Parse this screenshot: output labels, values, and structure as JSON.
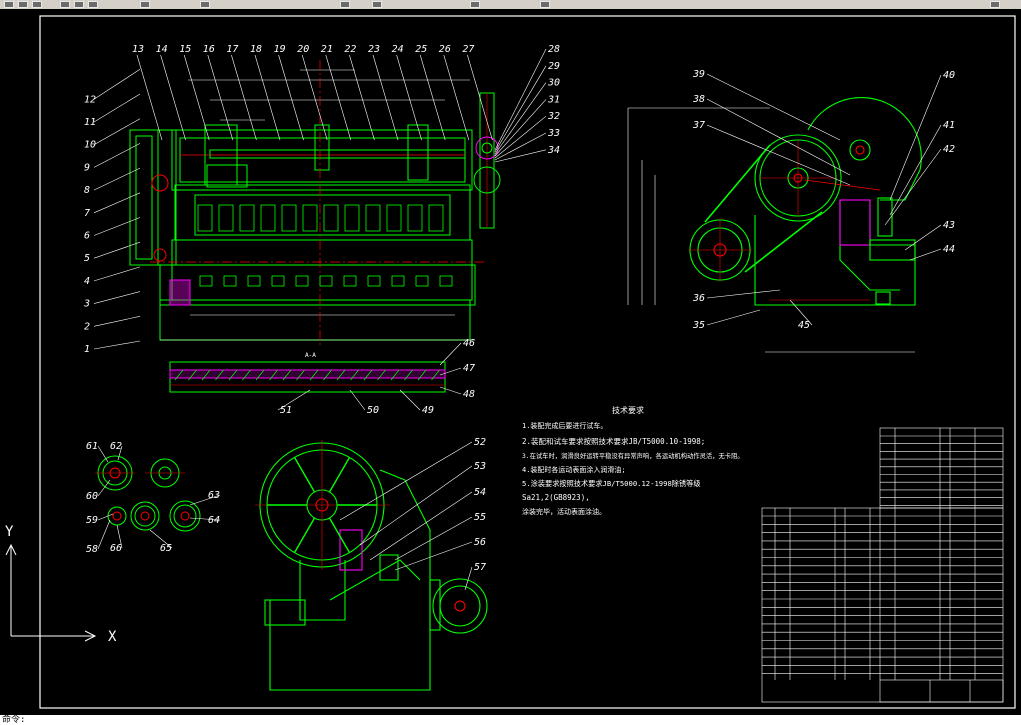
{
  "colors": {
    "background": "#000000",
    "frame": "#ffffff",
    "geometry": "#00ff00",
    "center_lines": "#ff0000",
    "dimensions": "#ffffff",
    "hatch": "#ff00ff"
  },
  "balloons_front": [
    "1",
    "2",
    "3",
    "4",
    "5",
    "6",
    "7",
    "8",
    "9",
    "10",
    "11",
    "12",
    "13",
    "14",
    "15",
    "16",
    "17",
    "18",
    "19",
    "20",
    "21",
    "22",
    "23",
    "24",
    "25",
    "26",
    "27",
    "28",
    "29",
    "30",
    "31",
    "32",
    "33",
    "34"
  ],
  "balloons_side": [
    "35",
    "36",
    "37",
    "38",
    "39",
    "40",
    "41",
    "42",
    "43",
    "44",
    "45"
  ],
  "balloons_section": [
    "46",
    "47",
    "48",
    "49",
    "50",
    "51"
  ],
  "balloons_detail": [
    "58",
    "59",
    "60",
    "61",
    "62",
    "63",
    "64",
    "65",
    "66"
  ],
  "balloons_bottom": [
    "52",
    "53",
    "54",
    "55",
    "56",
    "57"
  ],
  "section_label": "A-A",
  "requirements": {
    "title": "技术要求",
    "lines": [
      "1.装配完成后要进行试车。",
      "2.装配和试车要求按照技术要求JB/T5000.10-1998;",
      "3.在试车时，润滑良好运转平稳没有异常声响，各运动机构动作灵活，无卡阻。",
      "4.装配时各运动表面涂入润滑油;",
      "5.涂装要求按照技术要求JB/T5000.12-1998除锈等级",
      "Sa21,2(GB8923),",
      "涂装完毕，活动表面涂油。"
    ]
  },
  "axis": {
    "x": "X",
    "y": "Y"
  },
  "command_prompt": "命令:"
}
